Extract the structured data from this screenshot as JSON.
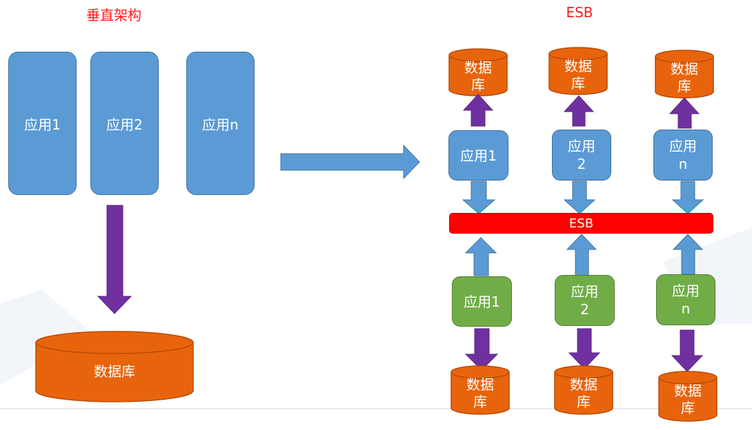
{
  "titles": {
    "left": "垂直架构",
    "right": "ESB"
  },
  "left": {
    "apps": [
      "应用1",
      "应用2",
      "应用n"
    ],
    "database": "数据库"
  },
  "right": {
    "top_databases": [
      "数据\n库",
      "数据\n库",
      "数据\n库"
    ],
    "top_apps": [
      "应用1",
      "应用\n2",
      "应用\nn"
    ],
    "esb": "ESB",
    "bottom_apps": [
      "应用1",
      "应用\n2",
      "应用\nn"
    ],
    "bottom_databases": [
      "数据\n库",
      "数据\n库",
      "数据\n库"
    ]
  },
  "colors": {
    "app_blue": "#5b9bd5",
    "app_green": "#70ad47",
    "database_orange": "#e8640c",
    "esb_red": "#ff0000",
    "arrow_purple": "#7030a0",
    "arrow_blue": "#5b9bd5",
    "title_red": "#ff1a1a"
  }
}
